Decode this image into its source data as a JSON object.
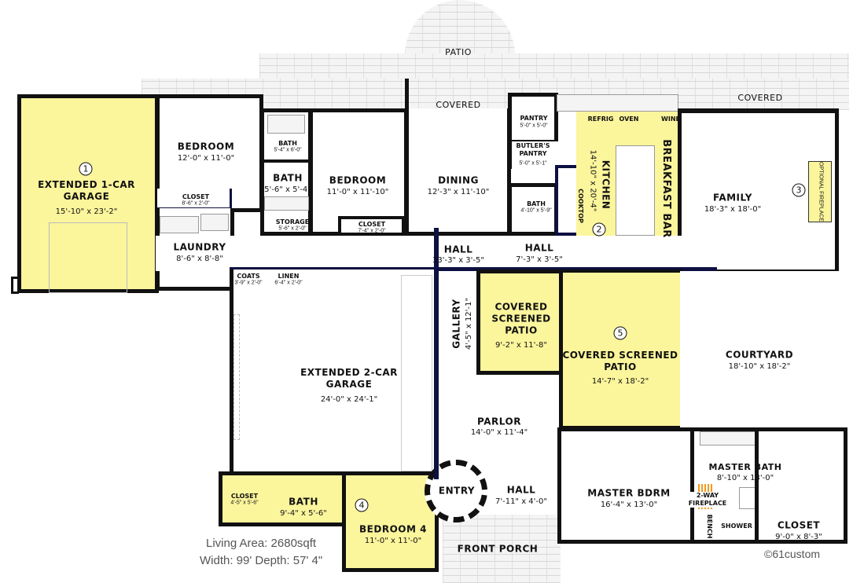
{
  "rooms": {
    "patio": {
      "name": "PATIO"
    },
    "covered_left": {
      "name": "COVERED"
    },
    "covered_right": {
      "name": "COVERED"
    },
    "garage1": {
      "name": "EXTENDED 1-CAR GARAGE",
      "dim": "15'-10\" x 23'-2\"",
      "num": "1"
    },
    "bedroom1": {
      "name": "BEDROOM",
      "dim": "12'-0\" x 11'-0\""
    },
    "closet1": {
      "name": "CLOSET",
      "dim": "8'-6\" x 2'-0\""
    },
    "laundry": {
      "name": "LAUNDRY",
      "dim": "8'-6\" x 8'-8\""
    },
    "bath_small": {
      "name": "BATH",
      "dim": "5'-4\" x 6'-0\""
    },
    "bath1": {
      "name": "BATH",
      "dim": "5'-6\" x 5'-4\""
    },
    "storage": {
      "name": "STORAGE",
      "dim": "5'-6\" x 2'-0\""
    },
    "bedroom2": {
      "name": "BEDROOM",
      "dim": "11'-0\" x 11'-10\""
    },
    "closet2": {
      "name": "CLOSET",
      "dim": "7'-4\" x 2'-0\""
    },
    "dining": {
      "name": "DINING",
      "dim": "12'-3\" x 11'-10\""
    },
    "pantry": {
      "name": "PANTRY",
      "dim": "5'-0\" x 5'-0\""
    },
    "butlers_pantry": {
      "name": "BUTLER'S PANTRY",
      "dim": "5'-0\" x 5'-1\""
    },
    "bath2": {
      "name": "BATH",
      "dim": "4'-10\" x 5'-9\""
    },
    "kitchen": {
      "name": "KITCHEN",
      "dim": "14'-10\" x 20'-4\"",
      "num": "2",
      "refrig": "REFRIG",
      "oven": "OVEN",
      "wine": "WINE",
      "cooktop": "COOKTOP"
    },
    "breakfast_bar": {
      "name": "BREAKFAST BAR"
    },
    "family": {
      "name": "FAMILY",
      "dim": "18'-3\" x 18'-0\"",
      "num": "3",
      "fireplace": "OPTIONAL FIREPLACE"
    },
    "hall1": {
      "name": "HALL",
      "dim": "33'-3\" x 3'-5\""
    },
    "hall2": {
      "name": "HALL",
      "dim": "7'-3\" x 3'-5\""
    },
    "coats": {
      "name": "COATS",
      "dim": "3'-9\" x 2'-0\""
    },
    "linen": {
      "name": "LINEN",
      "dim": "6'-4\" x 2'-0\""
    },
    "garage2": {
      "name": "EXTENDED 2-CAR GARAGE",
      "dim": "24'-0\" x 24'-1\""
    },
    "gallery": {
      "name": "GALLERY",
      "dim": "4'-5\" x 12'-1\""
    },
    "csp_small": {
      "name": "COVERED SCREENED PATIO",
      "dim": "9'-2\" x 11'-8\""
    },
    "csp_large": {
      "name": "COVERED SCREENED PATIO",
      "dim": "14'-7\" x 18'-2\"",
      "num": "5"
    },
    "courtyard": {
      "name": "COURTYARD",
      "dim": "18'-10\" x 18'-2\""
    },
    "parlor": {
      "name": "PARLOR",
      "dim": "14'-0\" x 11'-4\""
    },
    "master_bath": {
      "name": "MASTER BATH",
      "dim": "8'-10\" x 13'-0\"",
      "fireplace": "2-WAY FIREPLACE",
      "shower": "SHOWER",
      "bench": "BENCH"
    },
    "master_bdrm": {
      "name": "MASTER BDRM",
      "dim": "16'-4\" x 13'-0\""
    },
    "master_closet": {
      "name": "CLOSET",
      "dim": "9'-0\" x 8'-3\""
    },
    "closet4": {
      "name": "CLOSET",
      "dim": "4'-5\" x 5'-6\""
    },
    "bath4": {
      "name": "BATH",
      "dim": "9'-4\" x 5'-6\""
    },
    "bedroom4": {
      "name": "BEDROOM 4",
      "dim": "11'-0\" x 11'-0\"",
      "num": "4"
    },
    "entry": {
      "name": "ENTRY"
    },
    "hall3": {
      "name": "HALL",
      "dim": "7'-11\" x 4'-0\""
    },
    "front_porch": {
      "name": "FRONT PORCH"
    }
  },
  "info": {
    "living_area": "Living Area: 2680sqft",
    "dimensions": "Width: 99' Depth: 57' 4\""
  },
  "copyright": "©61custom",
  "colors": {
    "highlight": "#fbf59c",
    "wall": "#111111",
    "accent_wall": "#0d1040"
  }
}
